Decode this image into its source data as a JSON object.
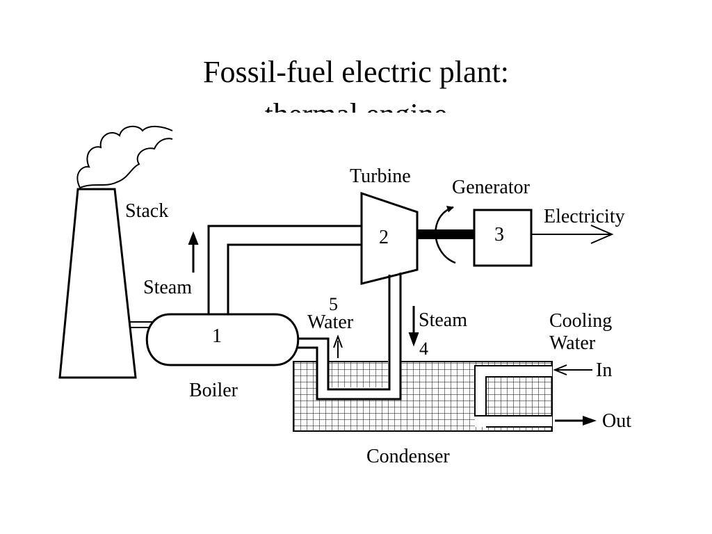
{
  "title": "Fossil-fuel electric plant:",
  "subtitle": "thermal engine",
  "labels": {
    "stack": "Stack",
    "steam_up": "Steam",
    "turbine": "Turbine",
    "generator": "Generator",
    "electricity": "Electricity",
    "boiler_num": "1",
    "turbine_num": "2",
    "generator_num": "3",
    "steam_down_num": "4",
    "water_num": "5",
    "water": "Water",
    "steam_down": "Steam",
    "cooling_water_line1": "Cooling",
    "cooling_water_line2": "Water",
    "in": "In",
    "out": "Out",
    "boiler": "Boiler",
    "condenser": "Condenser"
  }
}
